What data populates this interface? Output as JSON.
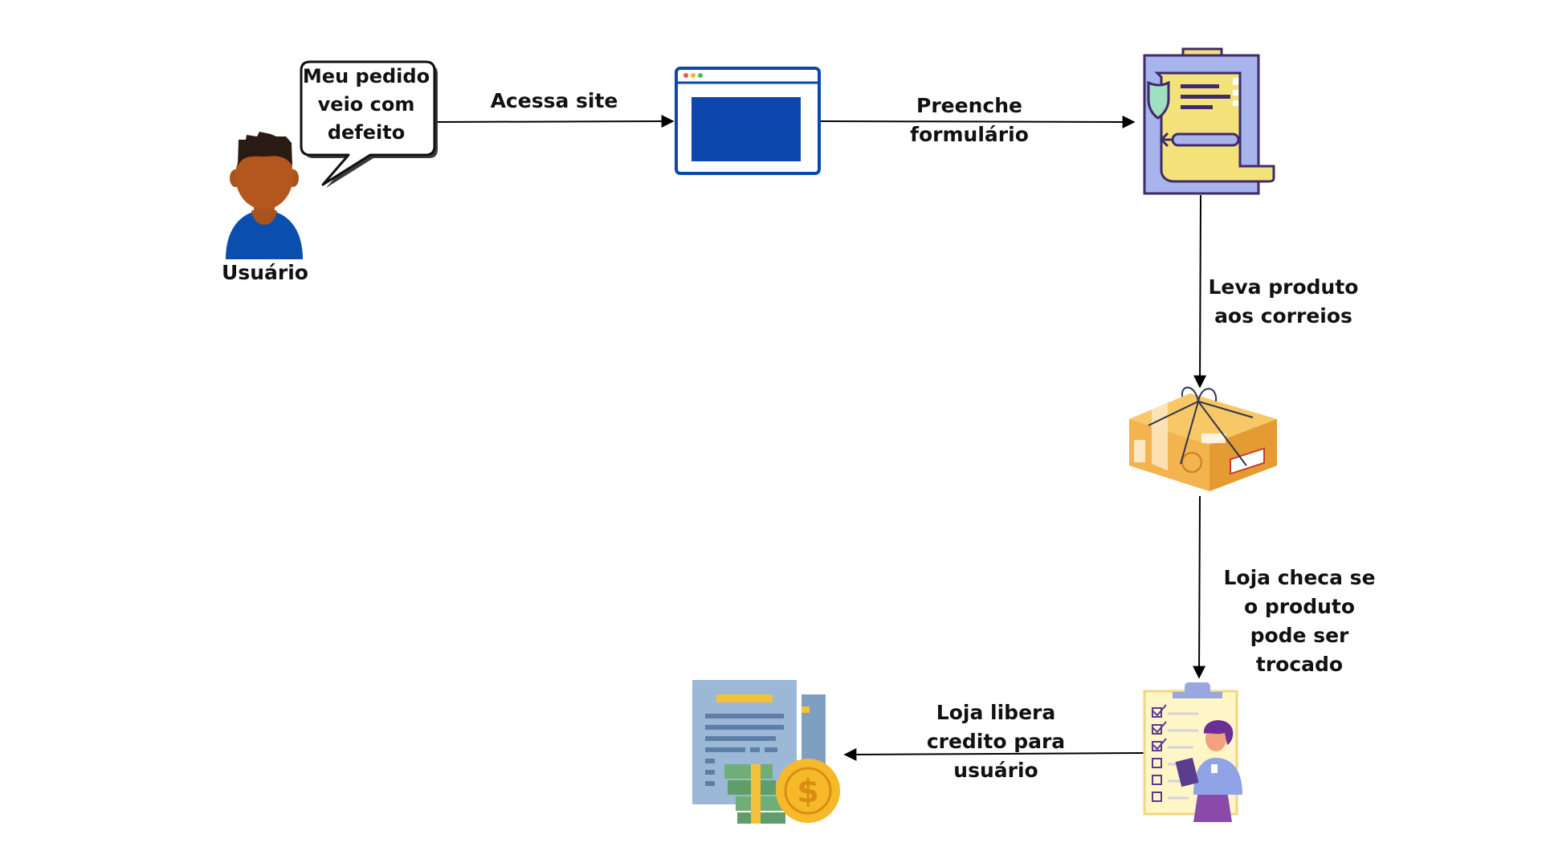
{
  "actor": {
    "label": "Usuário"
  },
  "speech_bubble": {
    "lines": [
      "Meu pedido",
      "veio com",
      "defeito"
    ]
  },
  "steps": [
    {
      "id": "acessa-site",
      "lines": [
        "Acessa site"
      ]
    },
    {
      "id": "preenche-formulario",
      "lines": [
        "Preenche",
        "formulário"
      ]
    },
    {
      "id": "leva-produto",
      "lines": [
        "Leva produto",
        "aos correios"
      ]
    },
    {
      "id": "loja-checa",
      "lines": [
        "Loja checa se",
        "o produto",
        "pode ser",
        "trocado"
      ]
    },
    {
      "id": "loja-libera",
      "lines": [
        "Loja libera",
        "credito para",
        "usuário"
      ]
    }
  ],
  "icons": [
    "person-icon",
    "speech-bubble-icon",
    "browser-window-icon",
    "form-clipboard-icon",
    "package-box-icon",
    "checklist-person-icon",
    "money-document-icon"
  ],
  "colors": {
    "browser_blue": "#0b47ad",
    "clipboard_purple": "#a8b4ec",
    "paper_yellow": "#f3e27a",
    "box_orange": "#f3b34f",
    "coin_gold": "#f6b92a",
    "skin": "#b3571f"
  }
}
